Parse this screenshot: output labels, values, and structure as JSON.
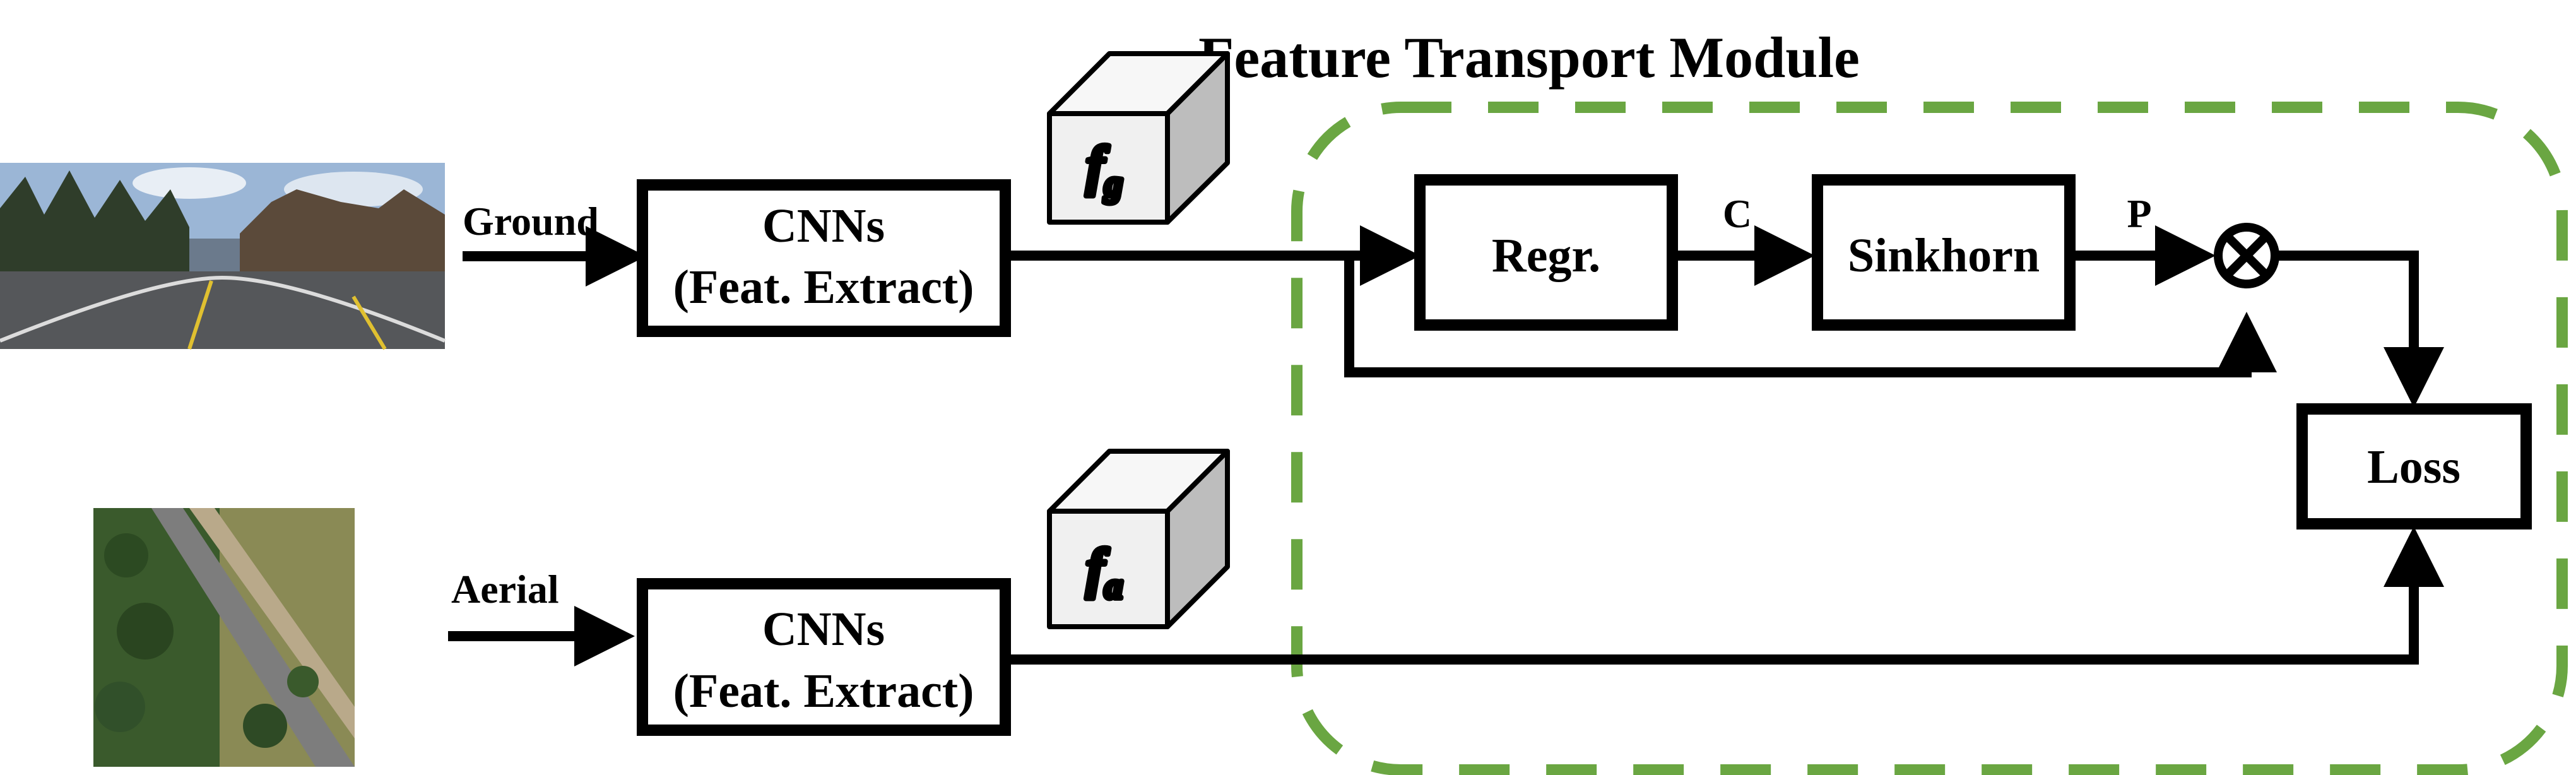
{
  "title": "Feature Transport Module",
  "inputs": {
    "ground_label": "Ground",
    "aerial_label": "Aerial"
  },
  "encoders": {
    "ground": {
      "line1": "CNNs",
      "line2": "(Feat. Extract)"
    },
    "aerial": {
      "line1": "CNNs",
      "line2": "(Feat. Extract)"
    }
  },
  "features": {
    "ground": {
      "symbol": "f",
      "subscript": "g"
    },
    "aerial": {
      "symbol": "f",
      "subscript": "a"
    }
  },
  "module": {
    "regr_label": "Regr.",
    "cost_label": "C",
    "sinkhorn_label": "Sinkhorn",
    "plan_label": "P",
    "loss_label": "Loss"
  },
  "colors": {
    "module_border": "#6aa642",
    "stroke": "#000000",
    "cube_front": "#f0f0f0",
    "cube_top": "#f7f7f7",
    "cube_side": "#bdbdbd"
  },
  "icons": {
    "multiply": "circle-times-icon"
  }
}
